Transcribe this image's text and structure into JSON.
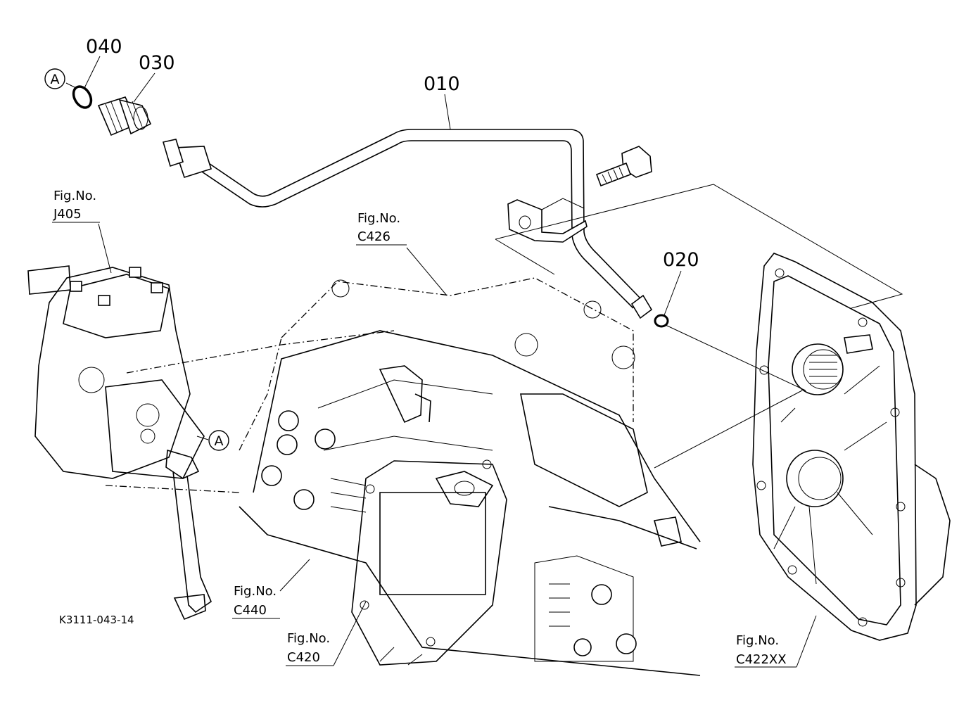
{
  "callouts": {
    "p010": "010",
    "p020": "020",
    "p030": "030",
    "p040": "040"
  },
  "markers": {
    "a_top": "A",
    "a_mid": "A"
  },
  "fig_refs": {
    "j405": {
      "line1": "Fig.No.",
      "line2": "J405"
    },
    "c426": {
      "line1": "Fig.No.",
      "line2": "C426"
    },
    "c440": {
      "line1": "Fig.No.",
      "line2": "C440"
    },
    "c420": {
      "line1": "Fig.No.",
      "line2": "C420"
    },
    "c422xx": {
      "line1": "Fig.No.",
      "line2": "C422XX"
    }
  },
  "drawing_code": "K3111-043-14"
}
